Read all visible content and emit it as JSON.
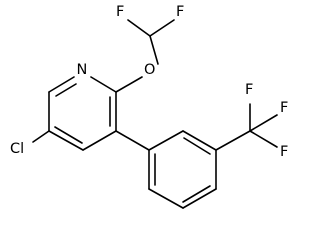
{
  "molecule": {
    "atoms": [
      {
        "id": "N1",
        "label": "N"
      },
      {
        "id": "O1",
        "label": "O"
      },
      {
        "id": "F1",
        "label": "F"
      },
      {
        "id": "F2",
        "label": "F"
      },
      {
        "id": "Cl1",
        "label": "Cl"
      },
      {
        "id": "F3",
        "label": "F"
      },
      {
        "id": "F4",
        "label": "F"
      },
      {
        "id": "F5",
        "label": "F"
      }
    ]
  }
}
